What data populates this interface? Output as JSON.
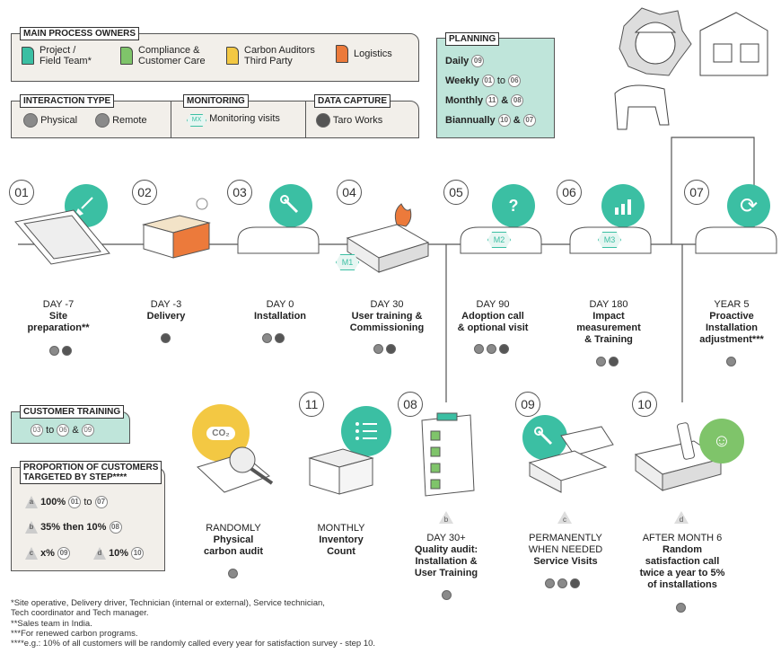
{
  "owners": {
    "title": "MAIN PROCESS OWNERS",
    "items": [
      {
        "label": "Project /\nField Team*",
        "color": "#3bbfa3"
      },
      {
        "label": "Compliance &\nCustomer Care",
        "color": "#7fc46a"
      },
      {
        "label": "Carbon Auditors\nThird Party",
        "color": "#f3c843"
      },
      {
        "label": "Logistics",
        "color": "#ec7a3b"
      }
    ]
  },
  "interaction": {
    "title": "INTERACTION TYPE",
    "physical": "Physical",
    "remote": "Remote"
  },
  "monitoring": {
    "title": "MONITORING",
    "badge": "MX",
    "label": "Monitoring visits"
  },
  "capture": {
    "title": "DATA CAPTURE",
    "label": "Taro Works"
  },
  "planning": {
    "title": "PLANNING",
    "daily": "Daily",
    "daily_n": "09",
    "weekly": "Weekly",
    "weekly_a": "01",
    "to": "to",
    "weekly_b": "06",
    "monthly": "Monthly",
    "monthly_a": "11",
    "amp": "&",
    "monthly_b": "08",
    "biannually": "Biannually",
    "bi_a": "10",
    "bi_b": "07"
  },
  "steps": [
    {
      "num": "01",
      "day": "DAY -7",
      "title": "Site\npreparation**"
    },
    {
      "num": "02",
      "day": "DAY -3",
      "title": "Delivery"
    },
    {
      "num": "03",
      "day": "DAY 0",
      "title": "Installation"
    },
    {
      "num": "04",
      "day": "DAY 30",
      "title": "User training &\nCommissioning",
      "badge": "M1"
    },
    {
      "num": "05",
      "day": "DAY 90",
      "title": "Adoption call\n& optional visit",
      "badge": "M2"
    },
    {
      "num": "06",
      "day": "DAY 180",
      "title": "Impact\nmeasurement\n& Training",
      "badge": "M3"
    },
    {
      "num": "07",
      "day": "YEAR 5",
      "title": "Proactive\nInstallation\nadjustment***"
    },
    {
      "num": "08",
      "day": "DAY 30+",
      "title": "Quality audit:\nInstallation &\nUser Training",
      "tag": "b"
    },
    {
      "num": "09",
      "day": "PERMANENTLY\nWHEN NEEDED",
      "title": "Service Visits",
      "tag": "c"
    },
    {
      "num": "10",
      "day": "AFTER MONTH 6",
      "title": "Random\nsatisfaction call\ntwice a year to 5%\nof installations",
      "tag": "d"
    },
    {
      "num": "11",
      "day": "MONTHLY",
      "title": "Inventory\nCount"
    },
    {
      "num": "",
      "day": "RANDOMLY",
      "title": "Physical\ncarbon audit",
      "cloud": "CO₂"
    }
  ],
  "training": {
    "title": "CUSTOMER TRAINING",
    "a": "03",
    "to": "to",
    "b": "06",
    "amp": "&",
    "c": "09"
  },
  "proportion": {
    "title": "PROPORTION OF CUSTOMERS\nTARGETED BY STEP****",
    "rows": [
      {
        "tag": "a",
        "text": "100%",
        "s1": "01",
        "mid": "to",
        "s2": "07"
      },
      {
        "tag": "b",
        "text": "35% then 10%",
        "s1": "08"
      },
      {
        "tag": "c",
        "text": "x%",
        "s1": "09"
      },
      {
        "tag": "d",
        "text": "10%",
        "s1": "10"
      }
    ]
  },
  "footnotes": [
    "*Site operative, Delivery driver, Technician (internal or external), Service technician,",
    "Tech coordinator and Tech manager.",
    "**Sales team in India.",
    "***For renewed carbon programs.",
    "****e.g.: 10% of all customers will be randomly called every year for satisfaction survey - step 10."
  ]
}
